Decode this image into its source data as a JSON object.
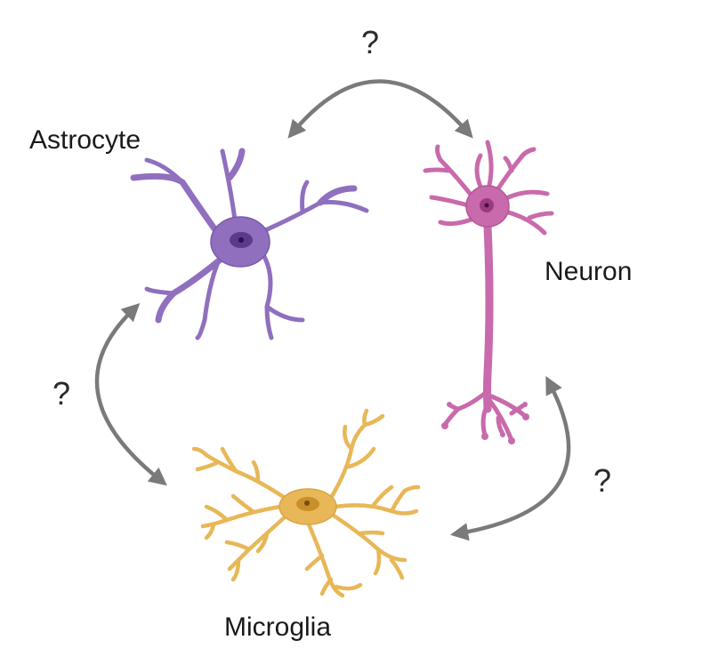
{
  "cells": {
    "astrocyte": {
      "label": "Astrocyte",
      "color": "#8f6fbe",
      "nucleus_color": "#5a3a8a",
      "outline_color": "#7a5aa8"
    },
    "neuron": {
      "label": "Neuron",
      "color": "#c86aab",
      "nucleus_color": "#9a3a80",
      "outline_color": "#b2579a"
    },
    "microglia": {
      "label": "Microglia",
      "color": "#e8b757",
      "nucleus_color": "#c98f2a",
      "outline_color": "#d9a648"
    }
  },
  "interactions": {
    "astrocyte_neuron": {
      "label": "?"
    },
    "astrocyte_microglia": {
      "label": "?"
    },
    "neuron_microglia": {
      "label": "?"
    }
  },
  "arrow_color": "#7a7a7a"
}
